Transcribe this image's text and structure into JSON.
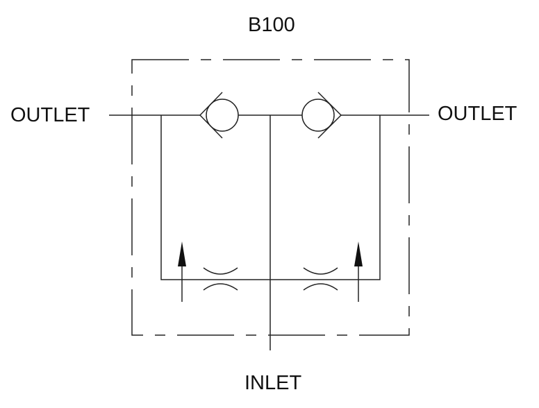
{
  "title": "B100",
  "labels": {
    "outlet_left": "OUTLET",
    "outlet_right": "OUTLET",
    "inlet": "INLET"
  },
  "colors": {
    "line": "#222222",
    "background": "#ffffff"
  }
}
